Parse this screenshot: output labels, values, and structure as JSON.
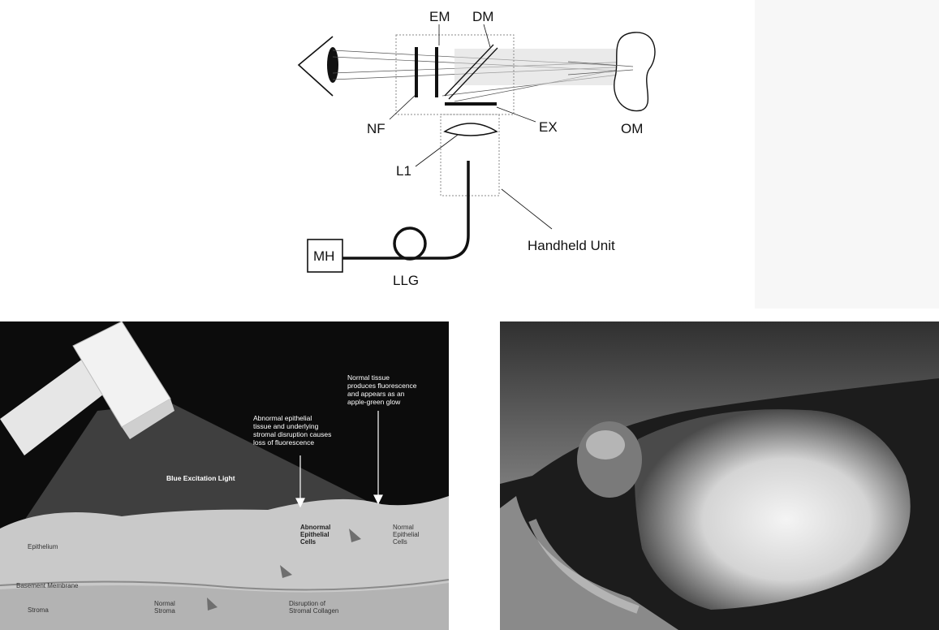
{
  "schematic": {
    "labels": {
      "em": "EM",
      "dm": "DM",
      "nf": "NF",
      "ex": "EX",
      "om": "OM",
      "l1": "L1",
      "mh": "MH",
      "llg": "LLG",
      "handheld": "Handheld Unit"
    }
  },
  "illustration": {
    "blue_light": "Blue Excitation Light",
    "abnormal_note": [
      "Abnormal epithelial",
      "tissue and underlying",
      "stromal disruption causes",
      "loss of fluorescence"
    ],
    "normal_note": [
      "Normal tissue",
      "produces fluorescence",
      "and appears as an",
      "apple-green glow"
    ],
    "abnormal_cells": [
      "Abnormal",
      "Epithelial",
      "Cells"
    ],
    "normal_cells": [
      "Normal",
      "Epithelial",
      "Cells"
    ],
    "epithelium": "Epithelium",
    "basement": "Basement Membrane",
    "stroma": "Stroma",
    "normal_stroma": [
      "Normal",
      "Stroma"
    ],
    "disruption": [
      "Disruption of",
      "Stromal Collagen"
    ]
  },
  "colors": {
    "line": "#111111",
    "panel_dark": "#0c0c0c",
    "tissue": "#c9c9c9"
  }
}
